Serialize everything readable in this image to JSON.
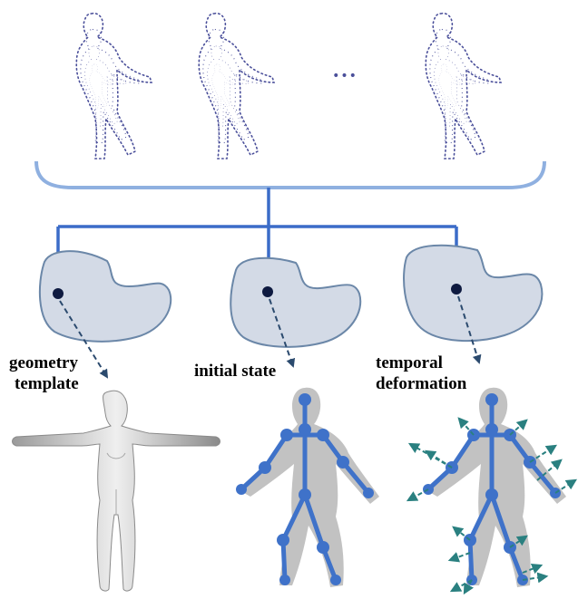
{
  "labels": {
    "geometry_line1": "geometry",
    "geometry_line2": "template",
    "initial_state": "initial state",
    "temporal_line1": "temporal",
    "temporal_line2": "deformation"
  },
  "ellipsis": "•••",
  "colors": {
    "point_cloud": "#4a4f9a",
    "brace": "#8fb0e0",
    "arrow": "#3b6cc8",
    "blob_fill": "#d3dae6",
    "blob_stroke": "#6b87a8",
    "latent_dot": "#0e1a40",
    "dashed_arrow": "#2b4a6e",
    "silhouette": "#c2c2c2",
    "skeleton": "#3f72c9",
    "deformation_arrow": "#2a8080",
    "mesh": "#d6d6d6"
  }
}
